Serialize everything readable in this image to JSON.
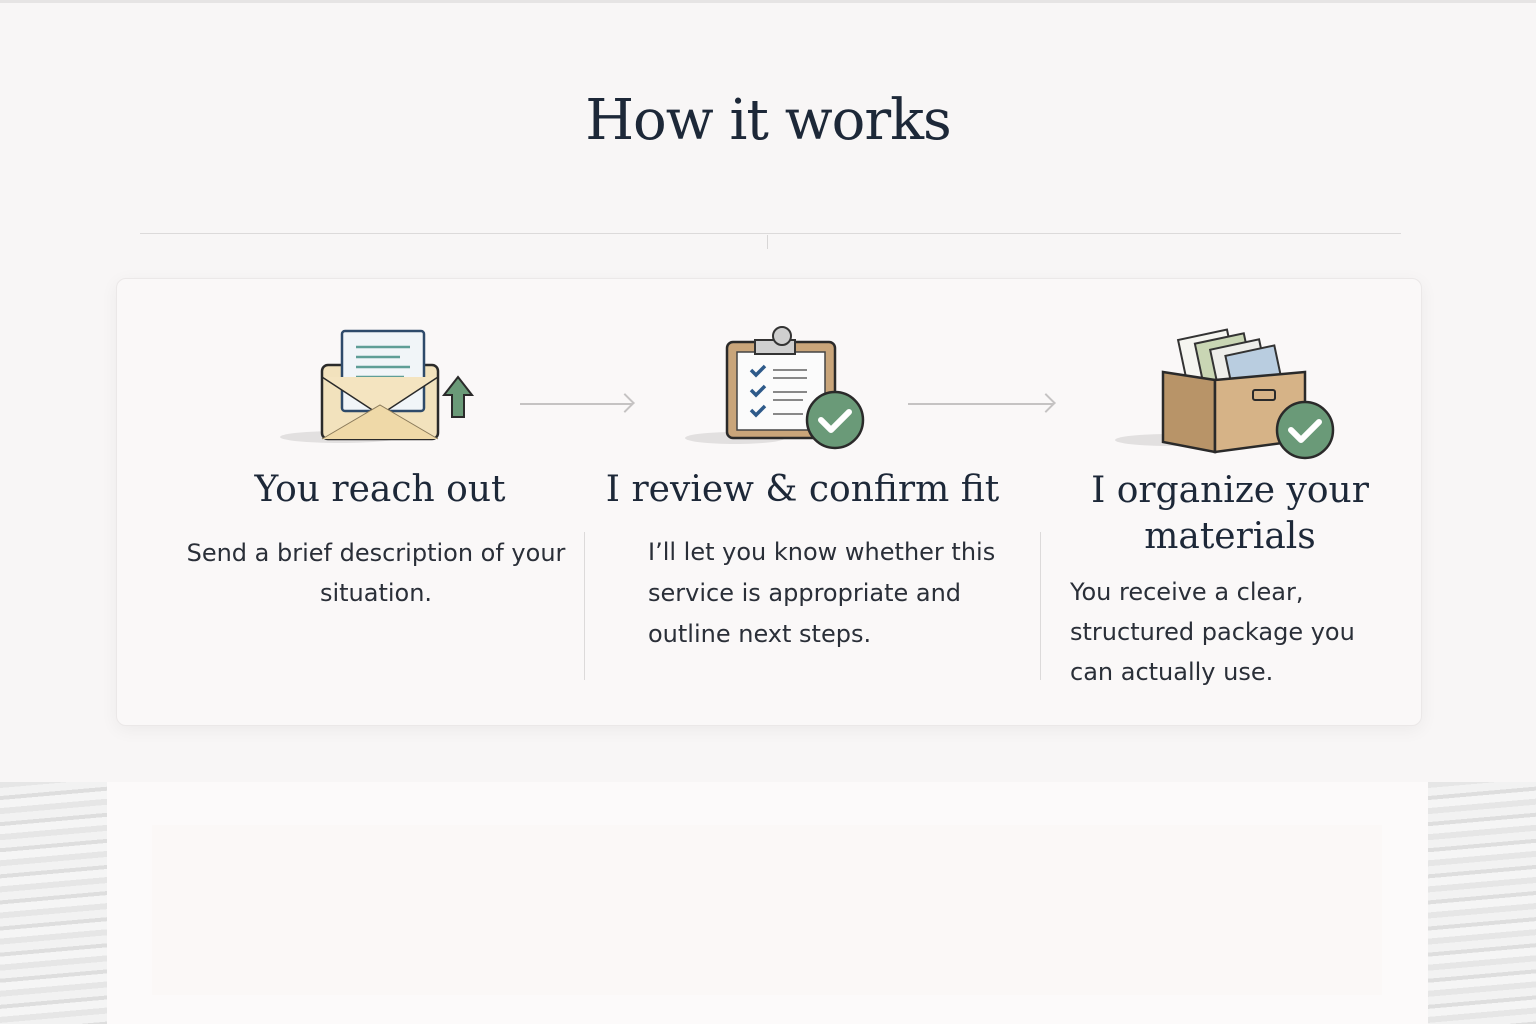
{
  "heading": "How it works",
  "steps": [
    {
      "title": "You reach out",
      "description": "Send a brief description of your situation.",
      "icon": "envelope-upload-icon"
    },
    {
      "title": "I review & confirm fit",
      "description": "I’ll let you know whether this service is appropriate and outline next steps.",
      "icon": "clipboard-check-icon"
    },
    {
      "title": "I organize your materials",
      "description": "You receive a clear, structured package you can actually use.",
      "icon": "file-box-check-icon"
    }
  ],
  "colors": {
    "green": "#6a9a78",
    "tan": "#c9a57a",
    "navy": "#1d2838"
  }
}
